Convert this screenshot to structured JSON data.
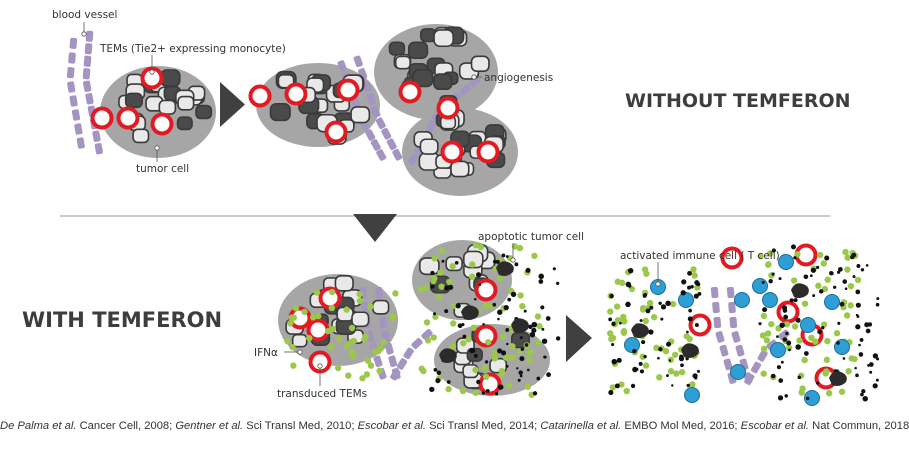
{
  "labels": {
    "blood_vessel": "blood vessel",
    "tems": "TEMs (Tie2+ expressing monocyte)",
    "tumor_cell": "tumor cell",
    "angiogenesis": "angiogenesis",
    "apoptotic": "apoptotic tumor cell",
    "activated": "activated immune cell ( T cell)",
    "ifna": "IFNα",
    "transduced": "transduced TEMs"
  },
  "headings": {
    "without": "WITHOUT TEMFERON",
    "with": "WITH TEMFERON"
  },
  "citation": [
    {
      "authors": "De Palma et al.",
      "journal": "Cancer Cell, 2008;"
    },
    {
      "authors": "Gentner et al.",
      "journal": "Sci Transl Med, 2010;"
    },
    {
      "authors": "Escobar et al.",
      "journal": "Sci Transl Med, 2014;"
    },
    {
      "authors": "Catarinella et al.",
      "journal": "EMBO Mol Med, 2016;"
    },
    {
      "authors": "Escobar et al.",
      "journal": "Nat Commun, 2018"
    }
  ],
  "colors": {
    "tumor_mass": "#a6a6a6",
    "cell_light": "#e9e9e9",
    "cell_dark": "#4a4a4a",
    "tem_red": "#e21b23",
    "vessel": "#a394c2",
    "ifn_green": "#9bc84a",
    "tcell_blue": "#2e9fd6",
    "arrow": "#404040"
  }
}
